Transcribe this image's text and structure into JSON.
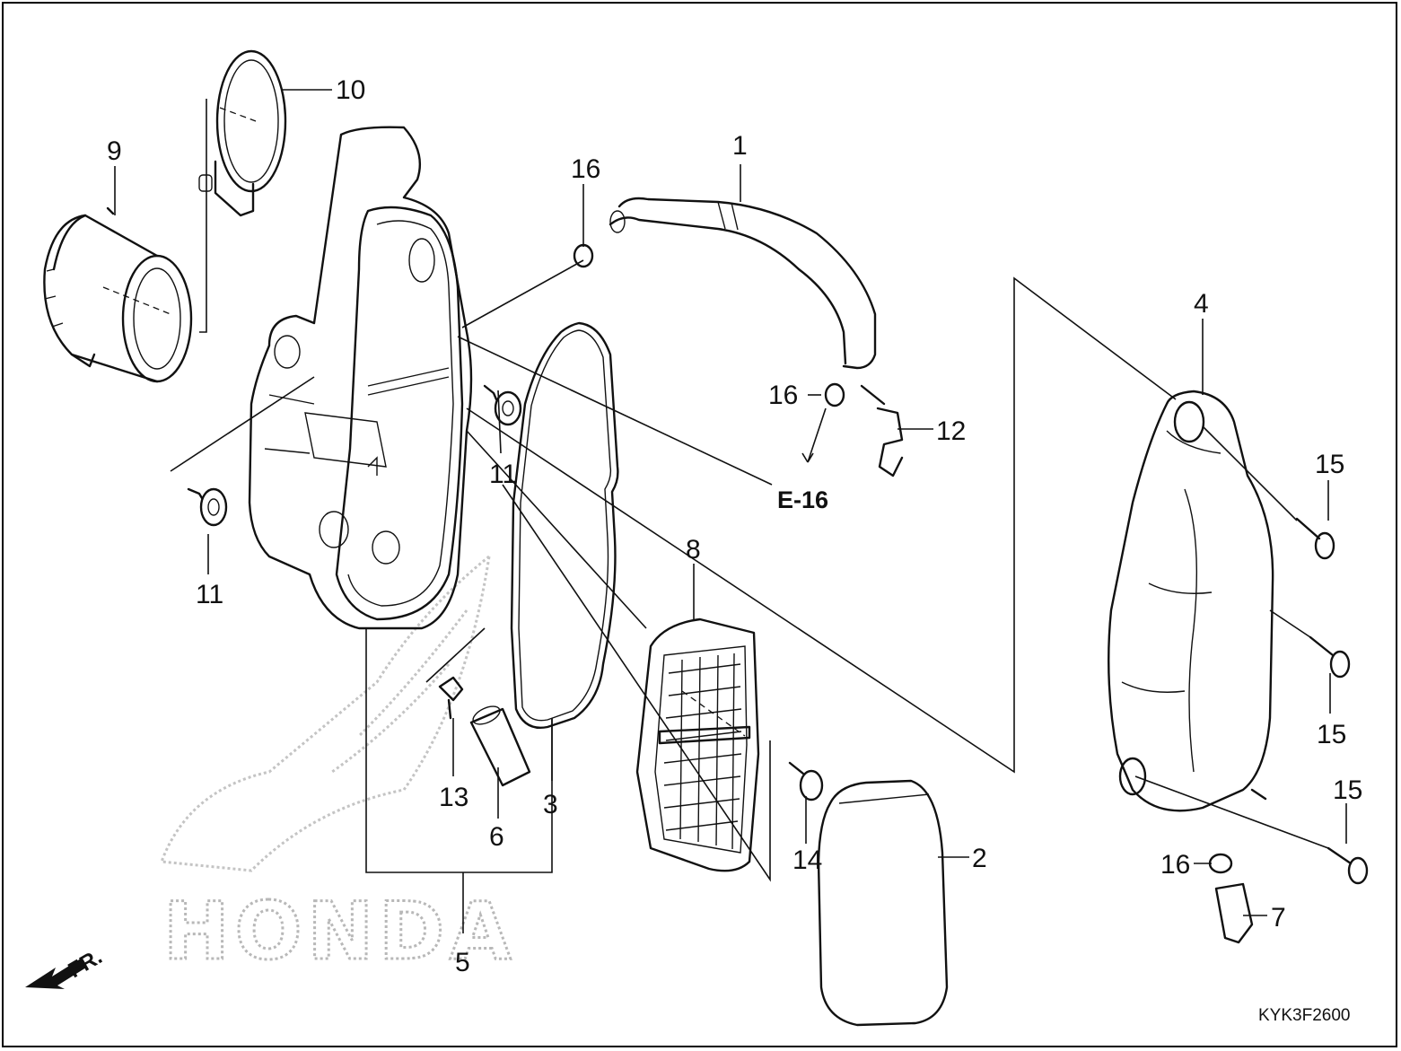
{
  "diagram": {
    "callouts": {
      "c1": "1",
      "c2": "2",
      "c3": "3",
      "c4": "4",
      "c5": "5",
      "c6": "6",
      "c7": "7",
      "c8": "8",
      "c9": "9",
      "c10": "10",
      "c11a": "11",
      "c11b": "11",
      "c12": "12",
      "c13": "13",
      "c14": "14",
      "c15a": "15",
      "c15b": "15",
      "c15c": "15",
      "c16a": "16",
      "c16b": "16",
      "c16c": "16"
    },
    "reference_label": "E-16",
    "front_label": "FR.",
    "watermark": "HONDA",
    "diagram_code": "KYK3F2600"
  }
}
